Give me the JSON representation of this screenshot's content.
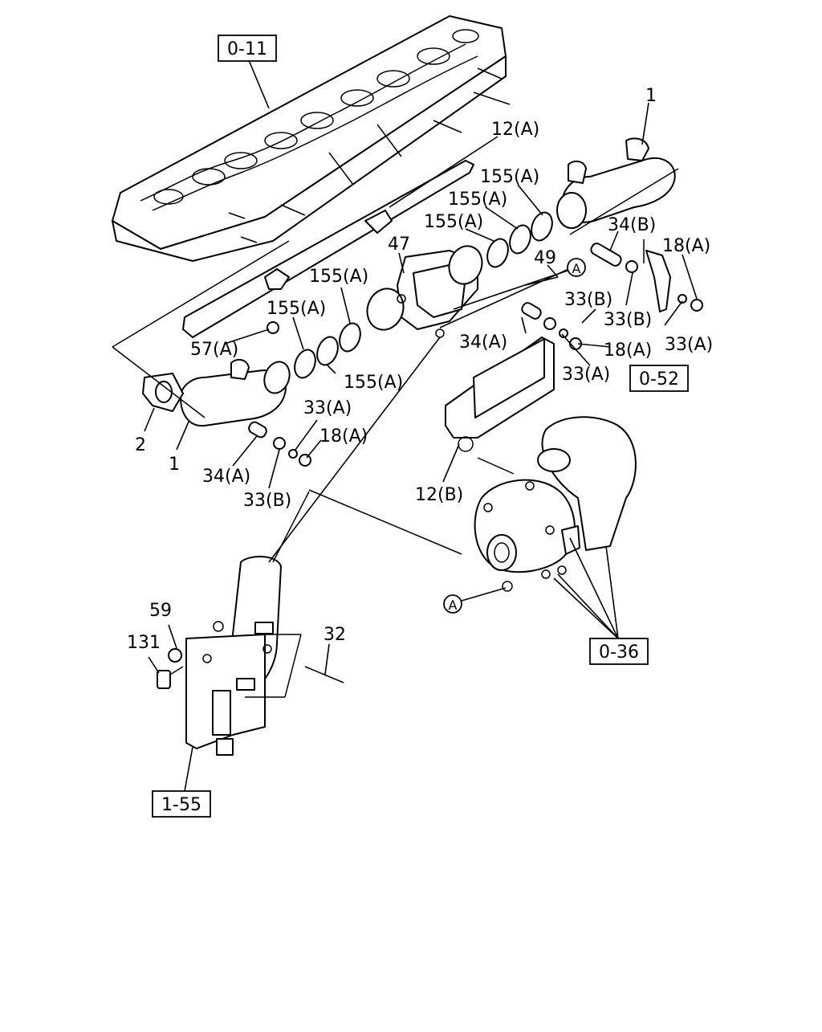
{
  "callouts": {
    "c1_top": "1",
    "c12a": "12(A)",
    "c155a_1": "155(A)",
    "c155a_2": "155(A)",
    "c155a_3": "155(A)",
    "c155a_4": "155(A)",
    "c155a_5": "155(A)",
    "c155a_6": "155(A)",
    "c34b": "34(B)",
    "c18a_1": "18(A)",
    "c47": "47",
    "c49": "49",
    "c33b_1": "33(B)",
    "c33b_2": "33(B)",
    "c33a_1": "33(A)",
    "c57a": "57(A)",
    "c34a_1": "34(A)",
    "c18a_2": "18(A)",
    "c33a_2": "33(A)",
    "c2": "2",
    "c1_mid": "1",
    "c33a_3": "33(A)",
    "c18a_3": "18(A)",
    "c34a_2": "34(A)",
    "c33b_3": "33(B)",
    "c12b": "12(B)",
    "c59": "59",
    "c131": "131",
    "c32": "32",
    "marker_a": "A"
  },
  "refs": {
    "r011": "0-11",
    "r052": "0-52",
    "r036": "0-36",
    "r155": "1-55"
  }
}
